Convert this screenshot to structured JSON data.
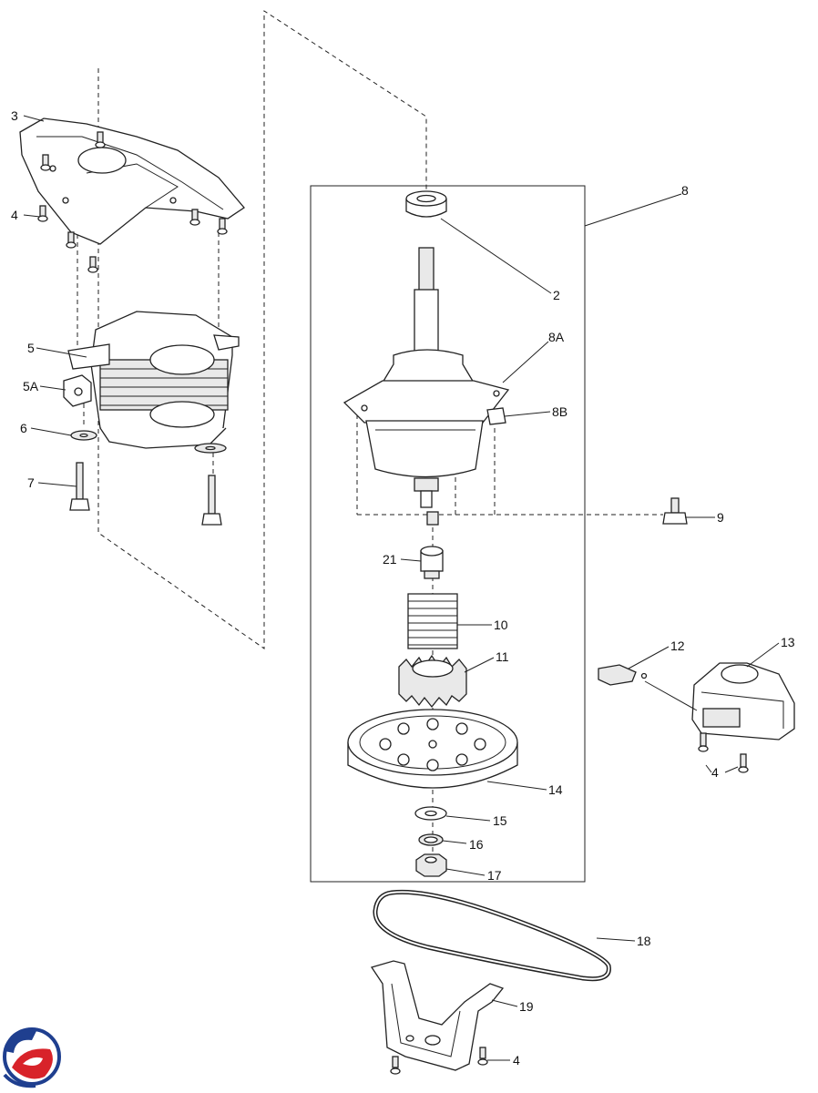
{
  "callouts": [
    {
      "id": "c3",
      "text": "3"
    },
    {
      "id": "c4a",
      "text": "4"
    },
    {
      "id": "c5",
      "text": "5"
    },
    {
      "id": "c5a",
      "text": "5A"
    },
    {
      "id": "c6",
      "text": "6"
    },
    {
      "id": "c7",
      "text": "7"
    },
    {
      "id": "c8",
      "text": "8"
    },
    {
      "id": "c2",
      "text": "2"
    },
    {
      "id": "c8a",
      "text": "8A"
    },
    {
      "id": "c8b",
      "text": "8B"
    },
    {
      "id": "c9",
      "text": "9"
    },
    {
      "id": "c21",
      "text": "21"
    },
    {
      "id": "c10",
      "text": "10"
    },
    {
      "id": "c11",
      "text": "11"
    },
    {
      "id": "c12",
      "text": "12"
    },
    {
      "id": "c13",
      "text": "13"
    },
    {
      "id": "c4b",
      "text": "4"
    },
    {
      "id": "c14",
      "text": "14"
    },
    {
      "id": "c15",
      "text": "15"
    },
    {
      "id": "c16",
      "text": "16"
    },
    {
      "id": "c17",
      "text": "17"
    },
    {
      "id": "c18",
      "text": "18"
    },
    {
      "id": "c19",
      "text": "19"
    },
    {
      "id": "c4c",
      "text": "4"
    }
  ],
  "logo": {
    "colors": [
      "#1f3f8f",
      "#d8232a"
    ]
  }
}
